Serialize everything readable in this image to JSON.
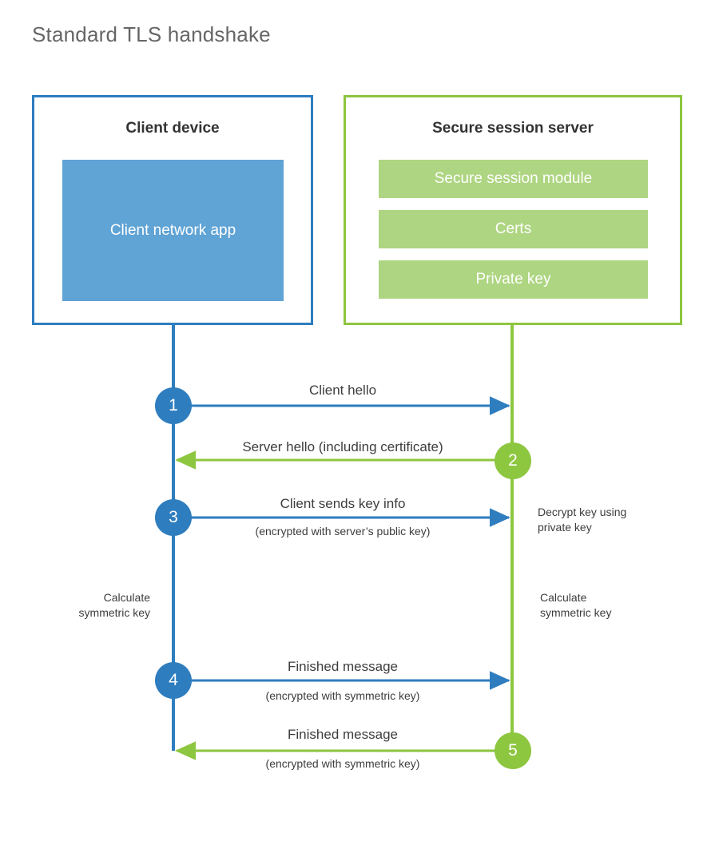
{
  "title": "Standard TLS handshake",
  "colors": {
    "client_accent": "#2E7DBF",
    "client_fill": "#60A3D5",
    "server_accent": "#8DC63F",
    "server_fill": "#AED581",
    "title_text": "#666666",
    "body_text": "#3d3d3d",
    "background": "#ffffff"
  },
  "client": {
    "title": "Client device",
    "components": [
      {
        "label": "Client network app"
      }
    ]
  },
  "server": {
    "title": "Secure session server",
    "components": [
      {
        "label": "Secure session module"
      },
      {
        "label": "Certs"
      },
      {
        "label": "Private key"
      }
    ]
  },
  "steps": [
    {
      "number": "1",
      "label": "Client hello",
      "sublabel": "",
      "direction": "client-to-server",
      "origin": "client"
    },
    {
      "number": "2",
      "label": "Server hello (including certificate)",
      "sublabel": "",
      "direction": "server-to-client",
      "origin": "server"
    },
    {
      "number": "3",
      "label": "Client sends key info",
      "sublabel": "(encrypted with server’s public key)",
      "direction": "client-to-server",
      "origin": "client"
    },
    {
      "number": "4",
      "label": "Finished message",
      "sublabel": "(encrypted with symmetric key)",
      "direction": "client-to-server",
      "origin": "client"
    },
    {
      "number": "5",
      "label": "Finished message",
      "sublabel": "(encrypted with symmetric key)",
      "direction": "server-to-client",
      "origin": "server"
    }
  ],
  "annotations": {
    "server_decrypt": "Decrypt key using\nprivate key",
    "server_decrypt_line1": "Decrypt key using",
    "server_decrypt_line2": "private key",
    "client_calculate_line1": "Calculate",
    "client_calculate_line2": "symmetric key",
    "server_calculate_line1": "Calculate",
    "server_calculate_line2": "symmetric key"
  }
}
